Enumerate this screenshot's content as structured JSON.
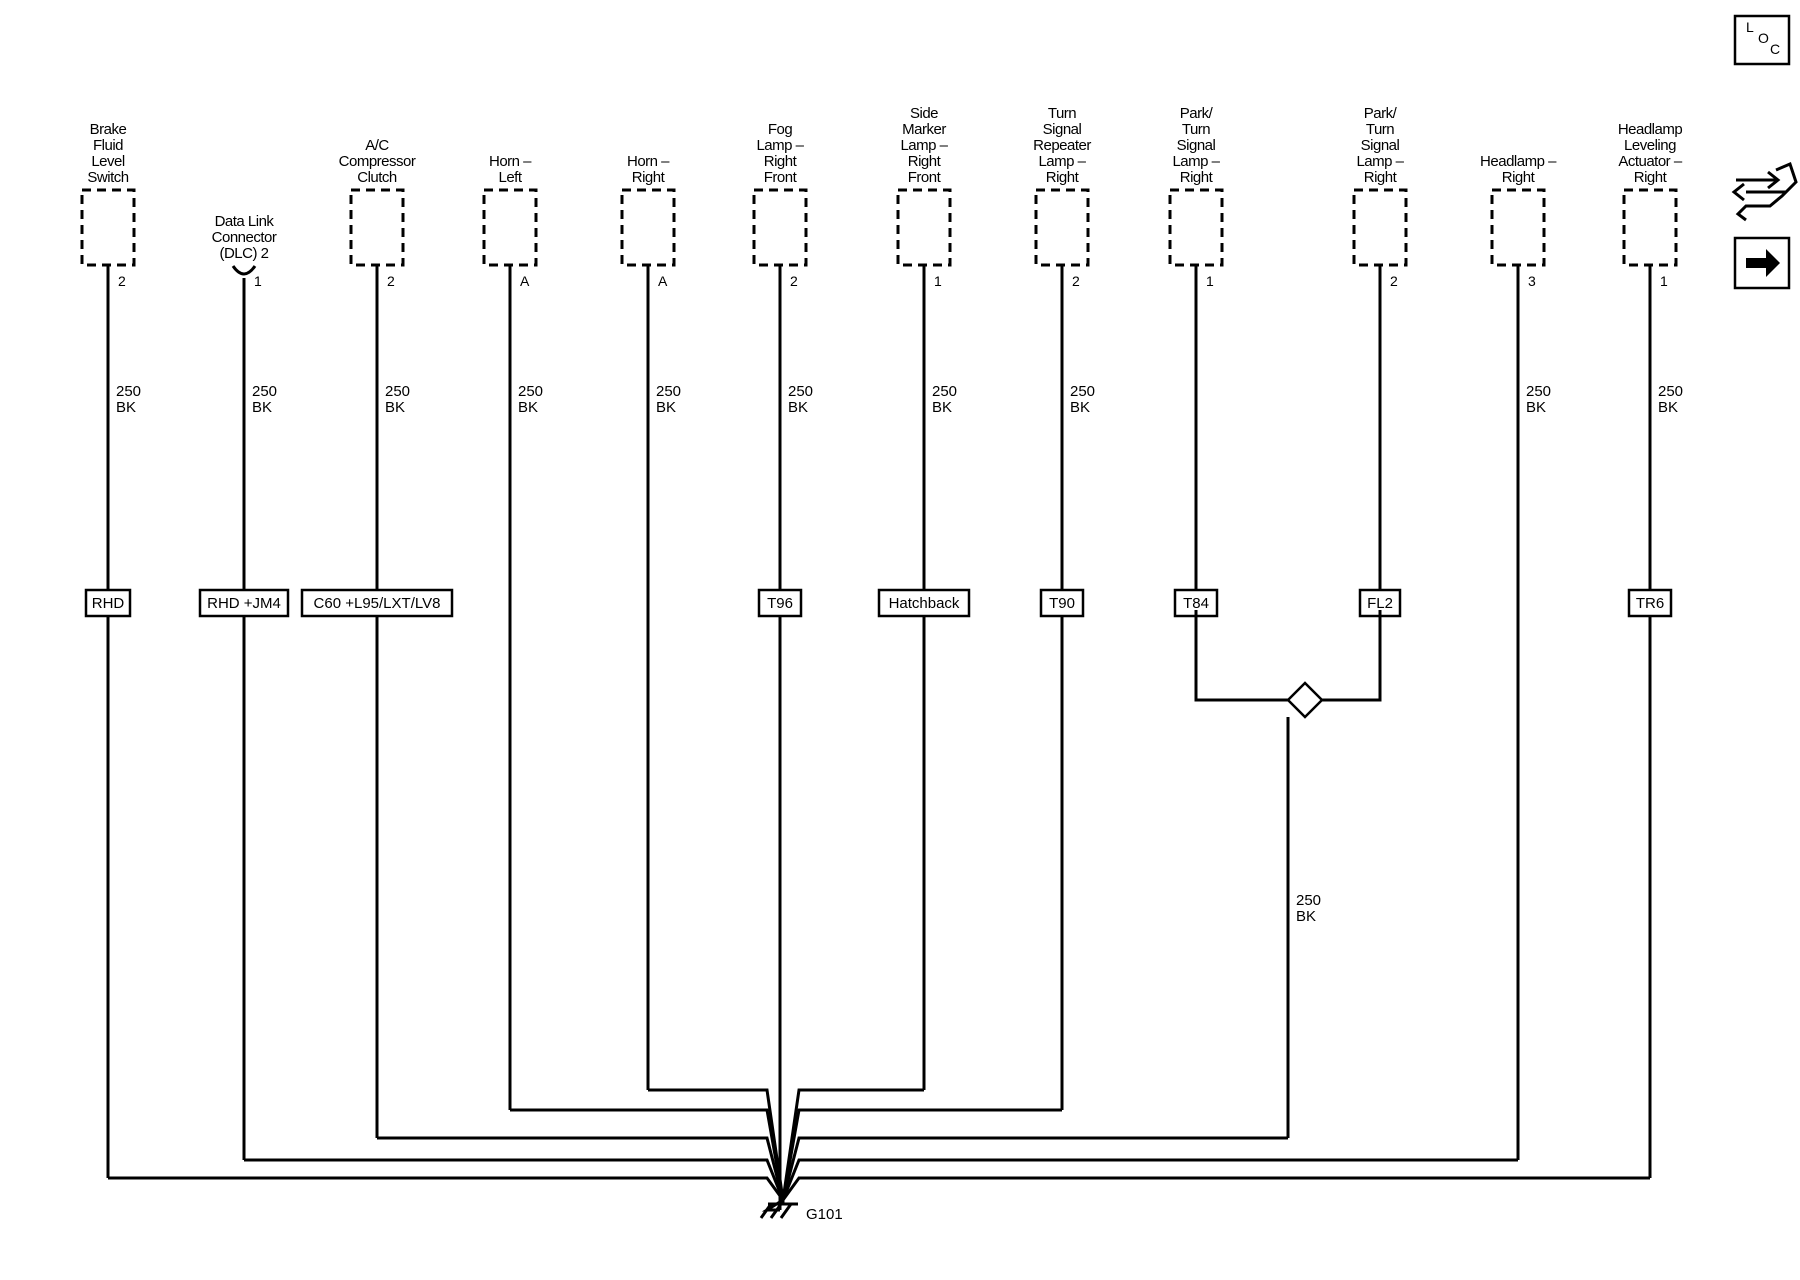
{
  "components": [
    {
      "name": [
        "Brake",
        "Fluid",
        "Level",
        "Switch"
      ],
      "pin": "2",
      "wire": [
        "250",
        "BK"
      ],
      "option": "RHD"
    },
    {
      "name": [
        "Data Link",
        "Connector",
        "(DLC) 2"
      ],
      "pin": "1",
      "wire": [
        "250",
        "BK"
      ],
      "option": "RHD +JM4"
    },
    {
      "name": [
        "A/C",
        "Compressor",
        "Clutch"
      ],
      "pin": "2",
      "wire": [
        "250",
        "BK"
      ],
      "option": "C60 +L95/LXT/LV8"
    },
    {
      "name": [
        "Horn –",
        "Left"
      ],
      "pin": "A",
      "wire": [
        "250",
        "BK"
      ],
      "option": ""
    },
    {
      "name": [
        "Horn –",
        "Right"
      ],
      "pin": "A",
      "wire": [
        "250",
        "BK"
      ],
      "option": ""
    },
    {
      "name": [
        "Fog",
        "Lamp –",
        "Right",
        "Front"
      ],
      "pin": "2",
      "wire": [
        "250",
        "BK"
      ],
      "option": "T96"
    },
    {
      "name": [
        "Side",
        "Marker",
        "Lamp –",
        "Right",
        "Front"
      ],
      "pin": "1",
      "wire": [
        "250",
        "BK"
      ],
      "option": "Hatchback"
    },
    {
      "name": [
        "Turn",
        "Signal",
        "Repeater",
        "Lamp –",
        "Right"
      ],
      "pin": "2",
      "wire": [
        "250",
        "BK"
      ],
      "option": "T90"
    },
    {
      "name": [
        "Park/",
        "Turn",
        "Signal",
        "Lamp –",
        "Right"
      ],
      "pin": "1",
      "wire": [],
      "option": "T84"
    },
    {
      "name": [
        "Park/",
        "Turn",
        "Signal",
        "Lamp –",
        "Right"
      ],
      "pin": "2",
      "wire": [],
      "option": "FL2"
    },
    {
      "name": [
        "Headlamp –",
        "Right"
      ],
      "pin": "3",
      "wire": [
        "250",
        "BK"
      ],
      "option": ""
    },
    {
      "name": [
        "Headlamp",
        "Leveling",
        "Actuator –",
        "Right"
      ],
      "pin": "1",
      "wire": [
        "250",
        "BK"
      ],
      "option": "TR6"
    }
  ],
  "splice_wire": [
    "250",
    "BK"
  ],
  "ground": {
    "label": "G101"
  },
  "nav": {
    "loc_letters": [
      "L",
      "O",
      "C"
    ],
    "loc_icon": "loc-icon",
    "connector_icon": "harness-connector-icon",
    "next_icon": "arrow-right-icon"
  }
}
